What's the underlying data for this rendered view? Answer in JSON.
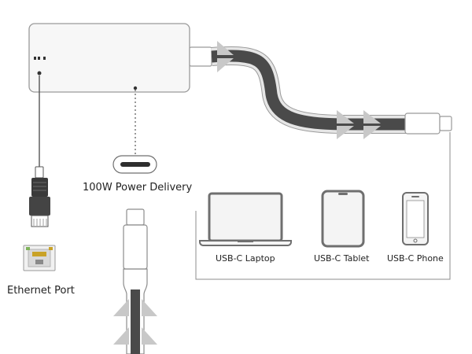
{
  "labels": {
    "power_delivery": "100W Power Delivery",
    "ethernet_port": "Ethernet Port",
    "laptop": "USB-C Laptop",
    "tablet": "USB-C Tablet",
    "phone": "USB-C Phone"
  },
  "colors": {
    "line": "#8c8c8c",
    "cable_dark": "#4a4a4a",
    "cable_light": "#e6e6e6",
    "arrow": "#c8c8c8",
    "device_fill": "#f4f4f4",
    "device_stroke": "#6f6f6f",
    "port_dark": "#3a3a3a"
  },
  "icons": [
    "laptop-icon",
    "tablet-icon",
    "phone-icon",
    "ethernet-port-icon",
    "usb-c-plug-icon",
    "rj45-plug-icon"
  ]
}
